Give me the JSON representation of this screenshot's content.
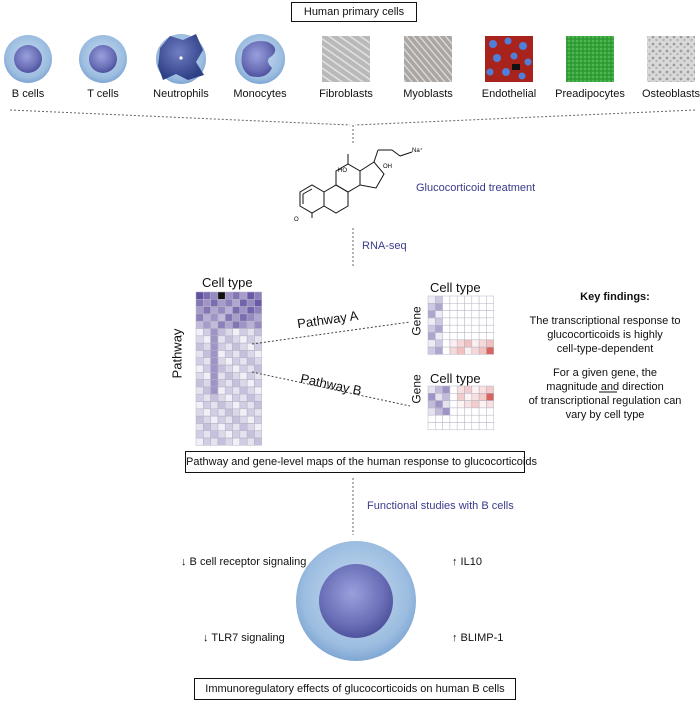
{
  "header": {
    "title": "Human primary cells"
  },
  "cells": [
    {
      "label": "B cells",
      "kind": "round"
    },
    {
      "label": "T cells",
      "kind": "round"
    },
    {
      "label": "Neutrophils",
      "kind": "neutrophil"
    },
    {
      "label": "Monocytes",
      "kind": "monocyte"
    },
    {
      "label": "Fibroblasts",
      "kind": "texture-fibro"
    },
    {
      "label": "Myoblasts",
      "kind": "texture-myo"
    },
    {
      "label": "Endothelial",
      "kind": "texture-endo"
    },
    {
      "label": "Preadipocytes",
      "kind": "texture-pread"
    },
    {
      "label": "Osteoblasts",
      "kind": "texture-osteo"
    }
  ],
  "steps": {
    "treatment": "Glucocorticoid treatment",
    "rnaseq": "RNA-seq",
    "functional": "Functional studies with B cells"
  },
  "molecule": {
    "na_label": "Na⁺",
    "oh1": "HO",
    "oh2": "OH",
    "o": "O"
  },
  "maps": {
    "heatmap_title": "Cell type",
    "heatmap_ylabel": "Pathway",
    "pathway_a": "Pathway A",
    "pathway_b": "Pathway B",
    "gene_map_title": "Cell type",
    "gene_ylabel": "Gene",
    "caption": "Pathway and gene-level maps of the human response to glucocorticoids"
  },
  "key_findings": {
    "title": "Key findings:",
    "p1": [
      "The transcriptional response to",
      "glucocorticoids is highly",
      "cell-type-dependent"
    ],
    "p2_lines": [
      "For a given gene, the",
      "magnitude ",
      "and",
      " direction",
      "of transcriptional regulation can",
      "vary by cell type"
    ]
  },
  "effects": {
    "bcr": "↓ B cell receptor signaling",
    "tlr7": "↓ TLR7 signaling",
    "il10": "↑ IL10",
    "blimp": "↑ BLIMP-1"
  },
  "footer": {
    "caption": "Immunoregulatory effects of glucocorticoids on human B cells"
  },
  "colors": {
    "cell_outer": "#9cbde0",
    "cell_inner": "#6b6fb8",
    "purple_dark": "#3d2f7a",
    "red": "#d9645e"
  }
}
